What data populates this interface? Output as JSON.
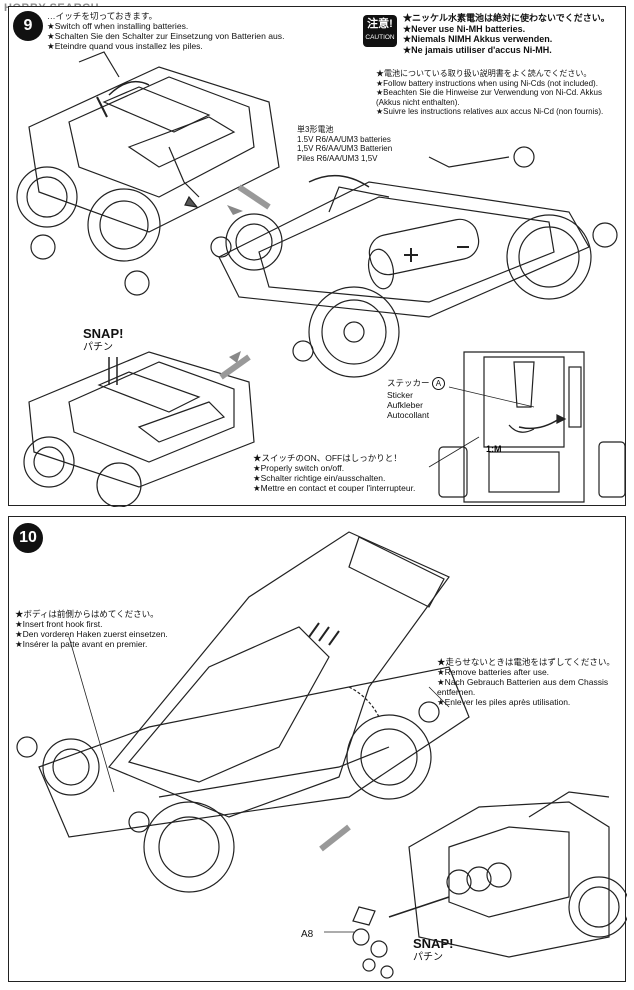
{
  "watermark": "HOBBY SEARCH",
  "step9": {
    "number": "9",
    "switch_instructions": [
      "…イッチを切っておきます。",
      "★Switch off when installing batteries.",
      "★Schalten Sie den Schalter zur Einsetzung von Batterien aus.",
      "★Eteindre quand vous installez les piles."
    ],
    "caution_badge_jp": "注意!",
    "caution_badge_en": "CAUTION",
    "caution_lines": [
      "★ニッケル水素電池は絶対に使わないでください。",
      "★Never use Ni-MH batteries.",
      "★Niemals NIMH Akkus verwenden.",
      "★Ne jamais utiliser d'accus Ni-MH."
    ],
    "battery_notes": [
      "★電池についている取り扱い説明書をよく読んでください。",
      "★Follow battery instructions when using Ni-Cds (not included).",
      "★Beachten Sie die Hinweise zur Verwendung von Ni-Cd. Akkus",
      "(Akkus nicht enthalten).",
      "★Suivre les instructions relatives aux accus Ni-Cd (non fournis)."
    ],
    "battery_type": [
      "単3形電池",
      "1.5V R6/AA/UM3 batteries",
      "1,5V R6/AA/UM3 Batterien",
      "Piles R6/AA/UM3 1,5V"
    ],
    "snap_en": "SNAP!",
    "snap_jp": "パチン",
    "sticker_labels": [
      "ステッカー",
      "Sticker",
      "Aufkleber",
      "Autocollant"
    ],
    "sticker_ref": "A",
    "switch_onoff": [
      "★スイッチのON、OFFはしっかりと！",
      "★Properly switch on/off.",
      "★Schalter richtige ein/ausschalten.",
      "★Mettre en contact et couper l'interrupteur."
    ],
    "chassis_marking": "1:M"
  },
  "step10": {
    "number": "10",
    "body_notes": [
      "★ボディは前側からはめてください。",
      "★Insert front hook first.",
      "★Den vorderen Haken zuerst einsetzen.",
      "★Insérer la patte avant en premier."
    ],
    "remove_batteries": [
      "★走らせないときは電池をはずしてください。",
      "★Remove batteries after use.",
      "★Nach Gebrauch Batterien aus dem Chassis",
      "entfernen.",
      "★Enlever les piles après utilisation."
    ],
    "part_label": "A8",
    "snap_en": "SNAP!",
    "snap_jp": "パチン"
  }
}
